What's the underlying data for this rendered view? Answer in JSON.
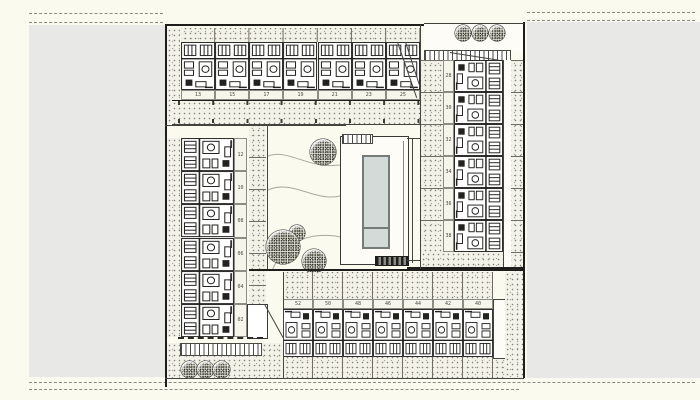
{
  "plan": {
    "top_row_units": [
      "13",
      "15",
      "17",
      "19",
      "21",
      "23",
      "25"
    ],
    "left_column_units": [
      "12",
      "10",
      "08",
      "06",
      "04",
      "02"
    ],
    "right_column_units": [
      "28",
      "30",
      "32",
      "34",
      "36",
      "38"
    ],
    "bottom_row_units": [
      "52",
      "50",
      "48",
      "46",
      "44",
      "42",
      "40"
    ],
    "features": {
      "courtyard_tree_count": 4,
      "top_right_tree_count": 3,
      "bottom_left_tree_count": 3,
      "pool_lane_count": 1
    }
  },
  "colors": {
    "paper": "#fbfaef",
    "offsite": "#e8e8e7",
    "yard": "#f3f2e9",
    "wall": "#1d1d1b",
    "pool_water": "#d3dad8",
    "pool_edge": "#747c7a"
  }
}
